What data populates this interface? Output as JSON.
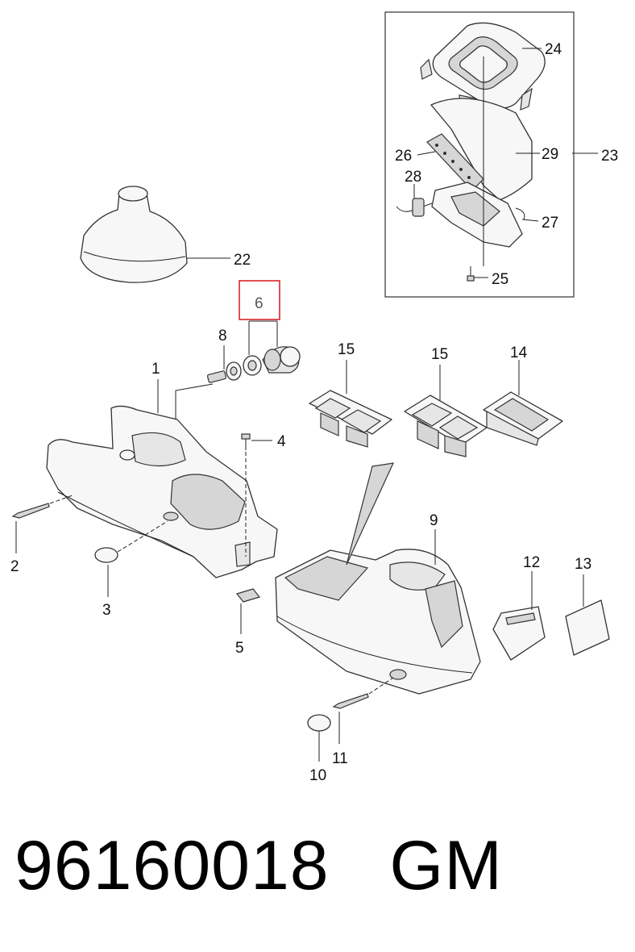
{
  "callouts": {
    "c1": "1",
    "c2": "2",
    "c3": "3",
    "c4": "4",
    "c5": "5",
    "c6": "6",
    "c8": "8",
    "c9": "9",
    "c10": "10",
    "c11": "11",
    "c12": "12",
    "c13": "13",
    "c14": "14",
    "c15a": "15",
    "c15b": "15",
    "c22": "22",
    "c23": "23",
    "c24": "24",
    "c25": "25",
    "c26": "26",
    "c27": "27",
    "c28": "28",
    "c29": "29"
  },
  "highlighted_callout": "6",
  "caption": {
    "part_number": "96160018",
    "brand": "GM"
  },
  "colors": {
    "highlight_box": "#d9252a",
    "line_art": "#333333"
  }
}
